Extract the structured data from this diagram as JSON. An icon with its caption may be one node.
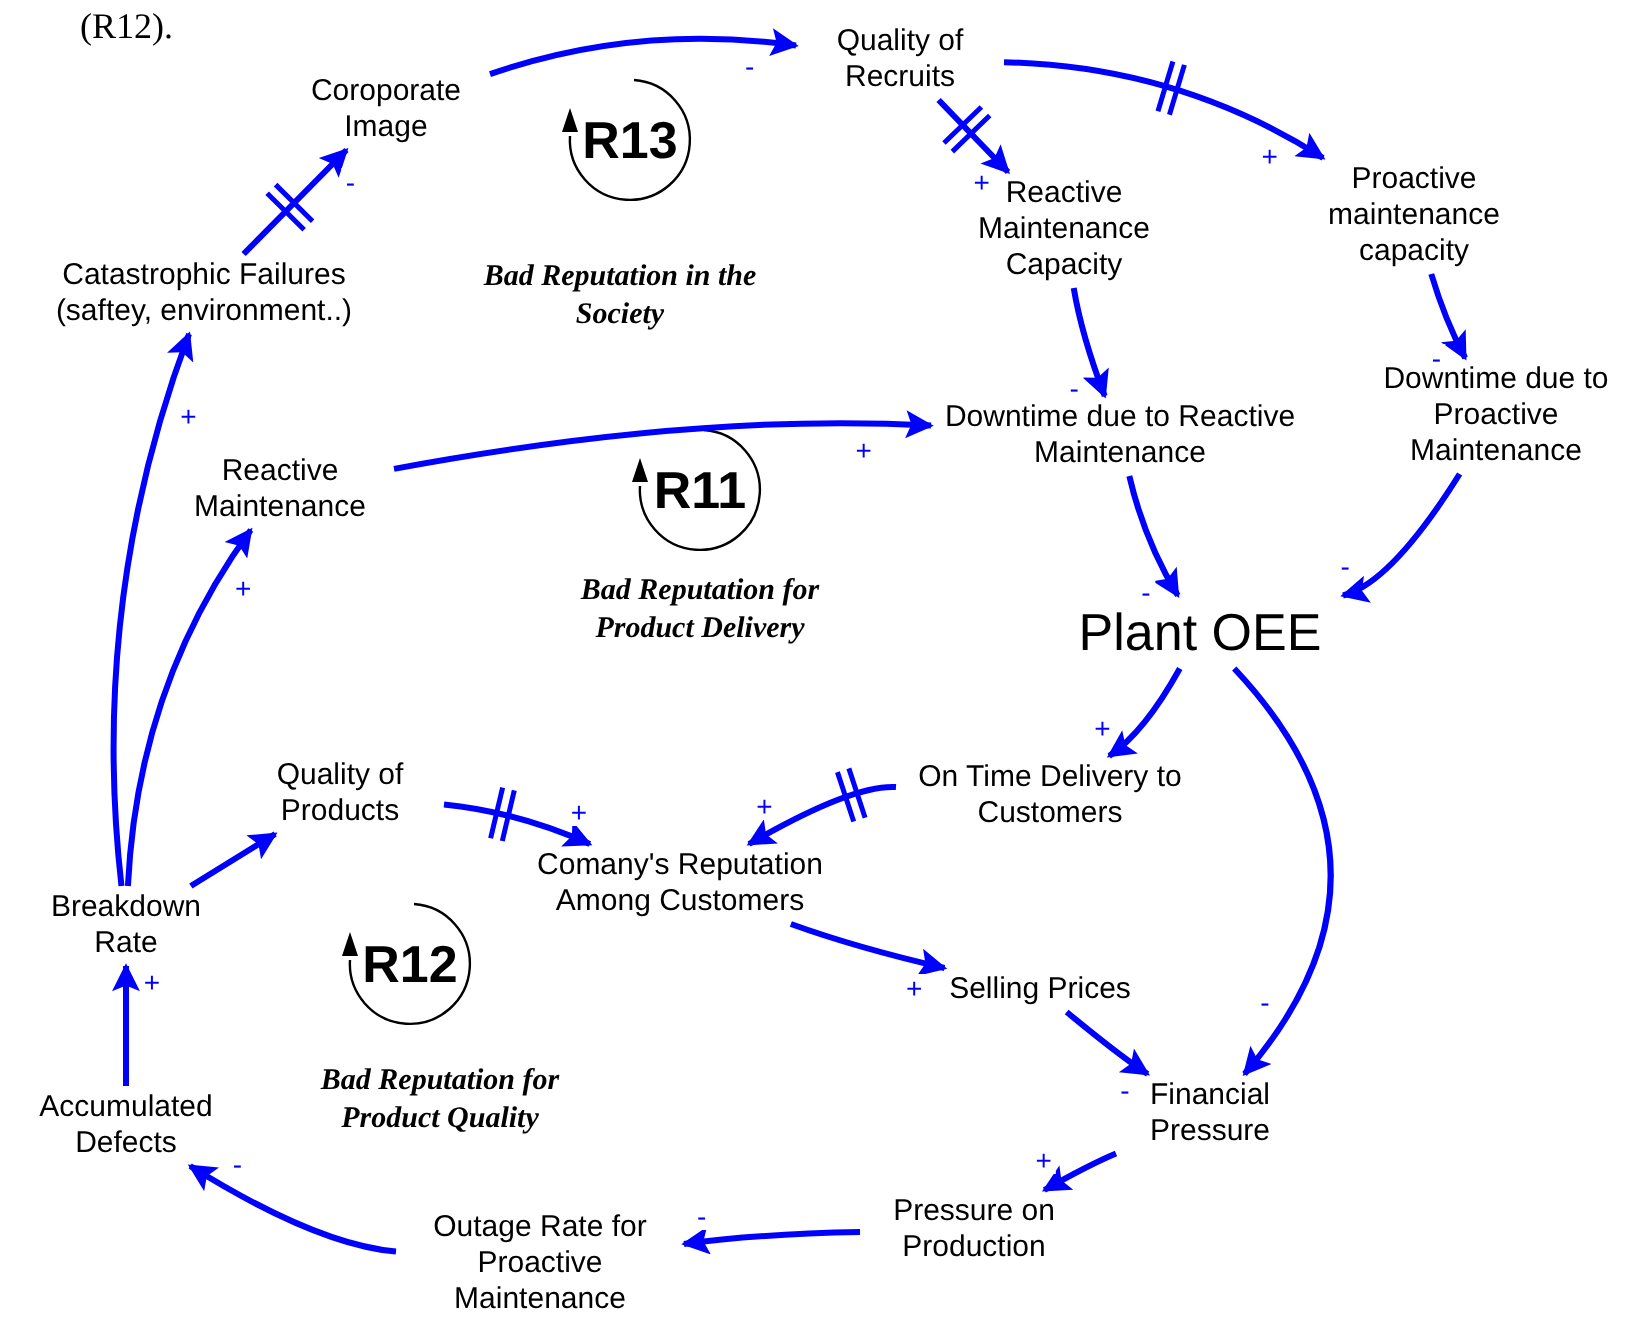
{
  "diagram": {
    "nodes": [
      {
        "text": [
          "Coroporate Image"
        ]
      },
      {
        "text": [
          "Quality of Recruits"
        ]
      },
      {
        "text": [
          "Proactive maintenance capacity"
        ]
      },
      {
        "text": [
          "Catastrophic Failures (saftey, environment..)"
        ]
      },
      {
        "text": [
          "Reactive Maintenance Capacity"
        ]
      },
      {
        "text": [
          "Downtime due to Proactive Maintenance"
        ]
      },
      {
        "text": [
          "Reactive Maintenance"
        ]
      },
      {
        "text": [
          "Downtime due to Reactive Maintenance"
        ]
      },
      {
        "text": [
          "Plant OEE"
        ]
      },
      {
        "text": [
          "Quality of Products"
        ]
      },
      {
        "text": [
          "On Time Delivery to Customers"
        ]
      },
      {
        "text": [
          "Breakdown Rate"
        ]
      },
      {
        "text": [
          "Comany's Reputation Among Customers"
        ]
      },
      {
        "text": [
          "Selling Prices"
        ]
      },
      {
        "text": [
          "Accumulated Defects"
        ]
      },
      {
        "text": [
          "Financial Pressure"
        ]
      },
      {
        "text": [
          "Outage Rate for Proactive Maintenance"
        ]
      },
      {
        "text": [
          "Pressure on Production"
        ]
      }
    ],
    "edges": [
      {
        "from": 3,
        "to": 0,
        "arrow": "to",
        "label": "-"
      },
      {
        "from": 0,
        "to": 1,
        "arrow": "to",
        "label": "-"
      },
      {
        "from": 1,
        "to": 4,
        "arrow": "to",
        "label": "+"
      },
      {
        "from": 1,
        "to": 2,
        "arrow": "to",
        "label": "+"
      },
      {
        "from": 2,
        "to": 5,
        "arrow": "to",
        "label": "-"
      },
      {
        "from": 4,
        "to": 7,
        "arrow": "to",
        "label": "-"
      },
      {
        "from": 6,
        "to": 7,
        "arrow": "to",
        "label": "+"
      },
      {
        "from": 7,
        "to": 8,
        "arrow": "to",
        "label": "-"
      },
      {
        "from": 5,
        "to": 8,
        "arrow": "to",
        "label": "-"
      },
      {
        "from": 8,
        "to": 10,
        "arrow": "to",
        "label": "+"
      },
      {
        "from": 8,
        "to": 15,
        "arrow": "to",
        "label": "-"
      },
      {
        "from": 10,
        "to": 12,
        "arrow": "to",
        "label": "+"
      },
      {
        "from": 9,
        "to": 12,
        "arrow": "to",
        "label": "+"
      },
      {
        "from": 11,
        "to": 9,
        "arrow": "to"
      },
      {
        "from": 11,
        "to": 6,
        "arrow": "to",
        "label": "+"
      },
      {
        "from": 11,
        "to": 3,
        "arrow": "to",
        "label": "+"
      },
      {
        "from": 12,
        "to": 13,
        "arrow": "to",
        "label": "+"
      },
      {
        "from": 13,
        "to": 15,
        "arrow": "to",
        "label": "-"
      },
      {
        "from": 15,
        "to": 17,
        "arrow": "to",
        "label": "+"
      },
      {
        "from": 17,
        "to": 16,
        "arrow": "to",
        "label": "-"
      },
      {
        "from": 16,
        "to": 14,
        "arrow": "to",
        "label": "-"
      },
      {
        "from": 14,
        "to": 11,
        "arrow": "to",
        "label": "+"
      }
    ],
    "labels": [
      "(R12).",
      "R13",
      "Bad Reputation in the Society",
      "R11",
      "Bad Reputation for Product Delivery",
      "R12",
      "Bad Reputation for Product Quality"
    ]
  }
}
